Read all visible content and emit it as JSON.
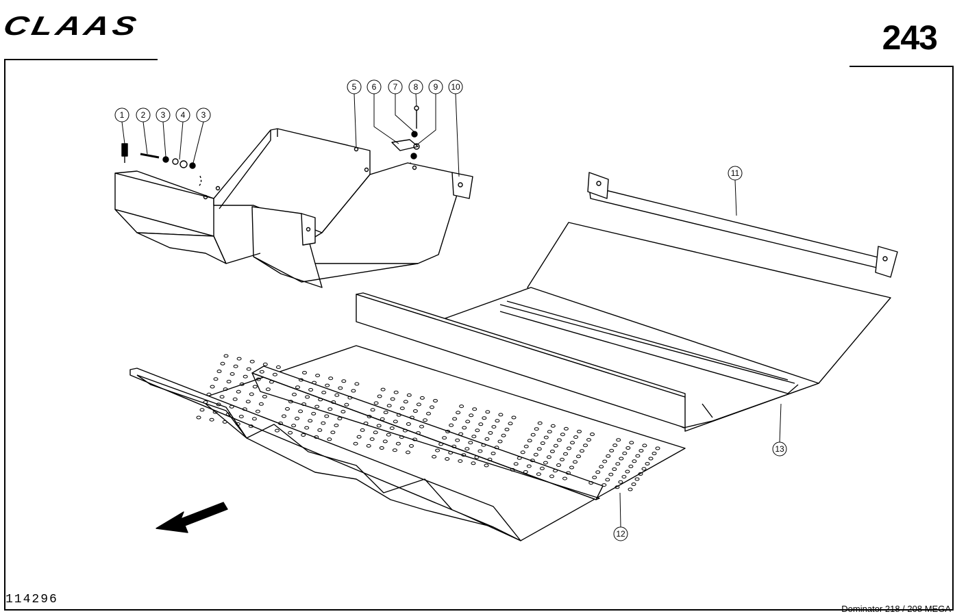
{
  "header": {
    "brand": "CLAAS",
    "page_number": "243"
  },
  "footer": {
    "drawing_number": "114296",
    "model": "Dominator 218 / 208 MEGA"
  },
  "callouts": [
    "1",
    "2",
    "3",
    "4",
    "3",
    "5",
    "6",
    "7",
    "8",
    "9",
    "10",
    "11",
    "12",
    "13"
  ],
  "icons": {
    "direction": "travel-direction-arrow-icon"
  }
}
